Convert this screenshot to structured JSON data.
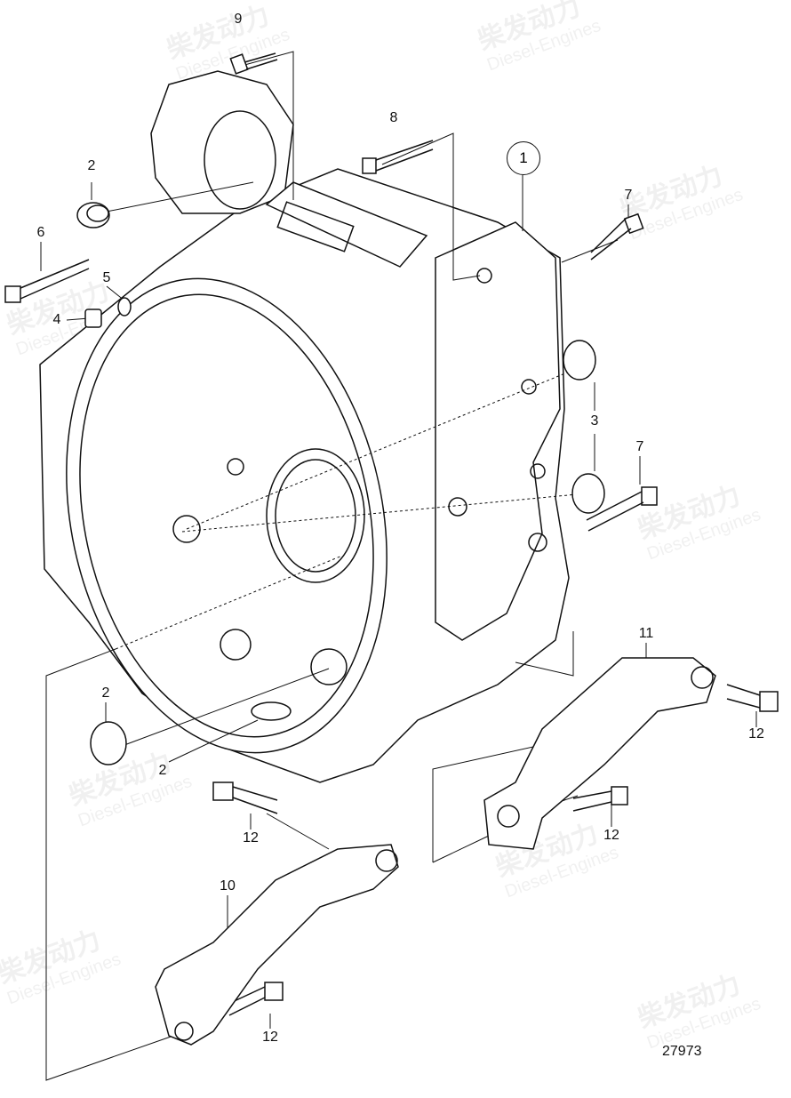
{
  "watermark": {
    "brand": "柴发动力",
    "sub": "Diesel-Engines"
  },
  "callouts": {
    "c9": "9",
    "c8": "8",
    "c1": "1",
    "c2a": "2",
    "c7a": "7",
    "c6": "6",
    "c5": "5",
    "c4": "4",
    "c3": "3",
    "c7b": "7",
    "c11": "11",
    "c2b": "2",
    "c2c": "2",
    "c12a": "12",
    "c12b": "12",
    "c12c": "12",
    "c10": "10",
    "c12d": "12"
  },
  "reference_number": "27973"
}
